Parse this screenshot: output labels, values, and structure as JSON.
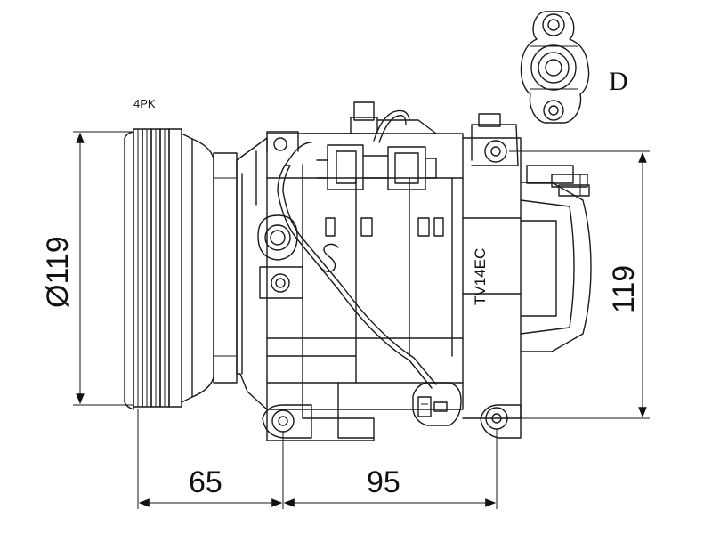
{
  "labels": {
    "pulley": "4PK",
    "model": "TV14EC",
    "view_letter": "D"
  },
  "dimensions": {
    "pulley_diameter": "Ø119",
    "height": "119",
    "pulley_offset": "65",
    "mount_spacing": "95"
  }
}
